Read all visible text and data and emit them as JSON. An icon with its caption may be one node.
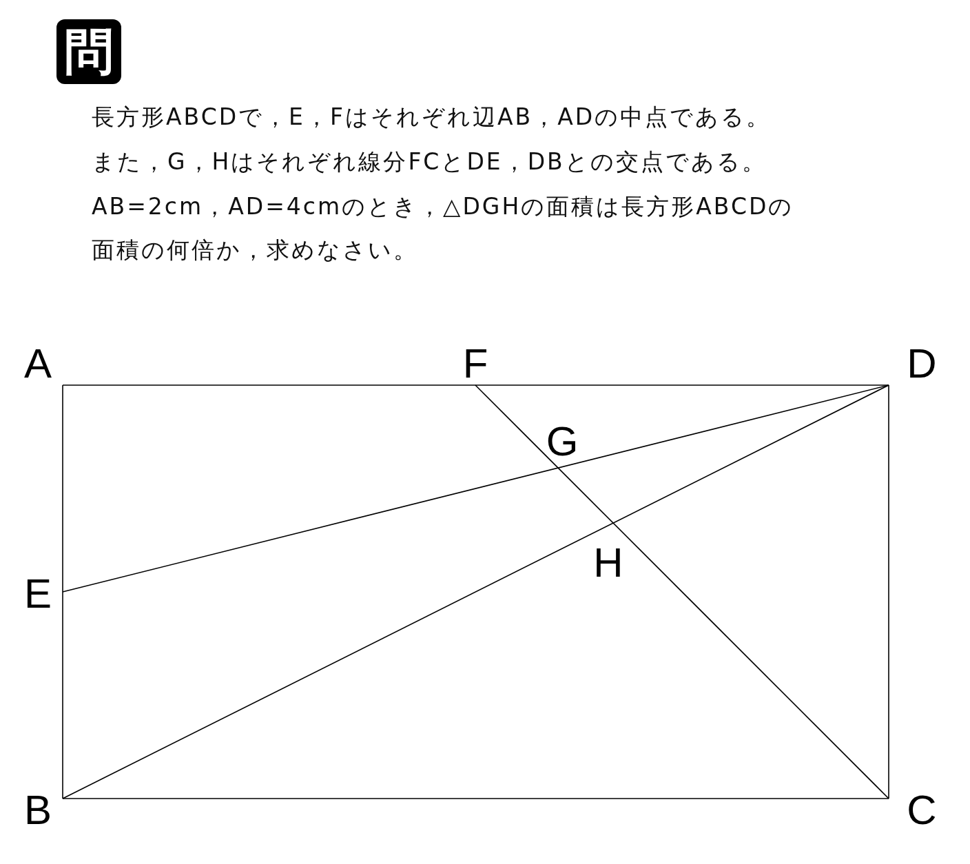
{
  "diagram": {
    "nodes": [
      {
        "text": [
          "問"
        ]
      }
    ],
    "labels": [
      "長方形ABCDで，E，Fはそれぞれ辺AB，ADの中点である。",
      "また，G，Hはそれぞれ線分FCとDE，DBとの交点である。",
      "AB=2cm，AD=4cmのとき，△DGHの面積は長方形ABCDの",
      "面積の何倍か，求めなさい。",
      "A",
      "F",
      "D",
      "G",
      "E",
      "H",
      "B",
      "C"
    ]
  }
}
